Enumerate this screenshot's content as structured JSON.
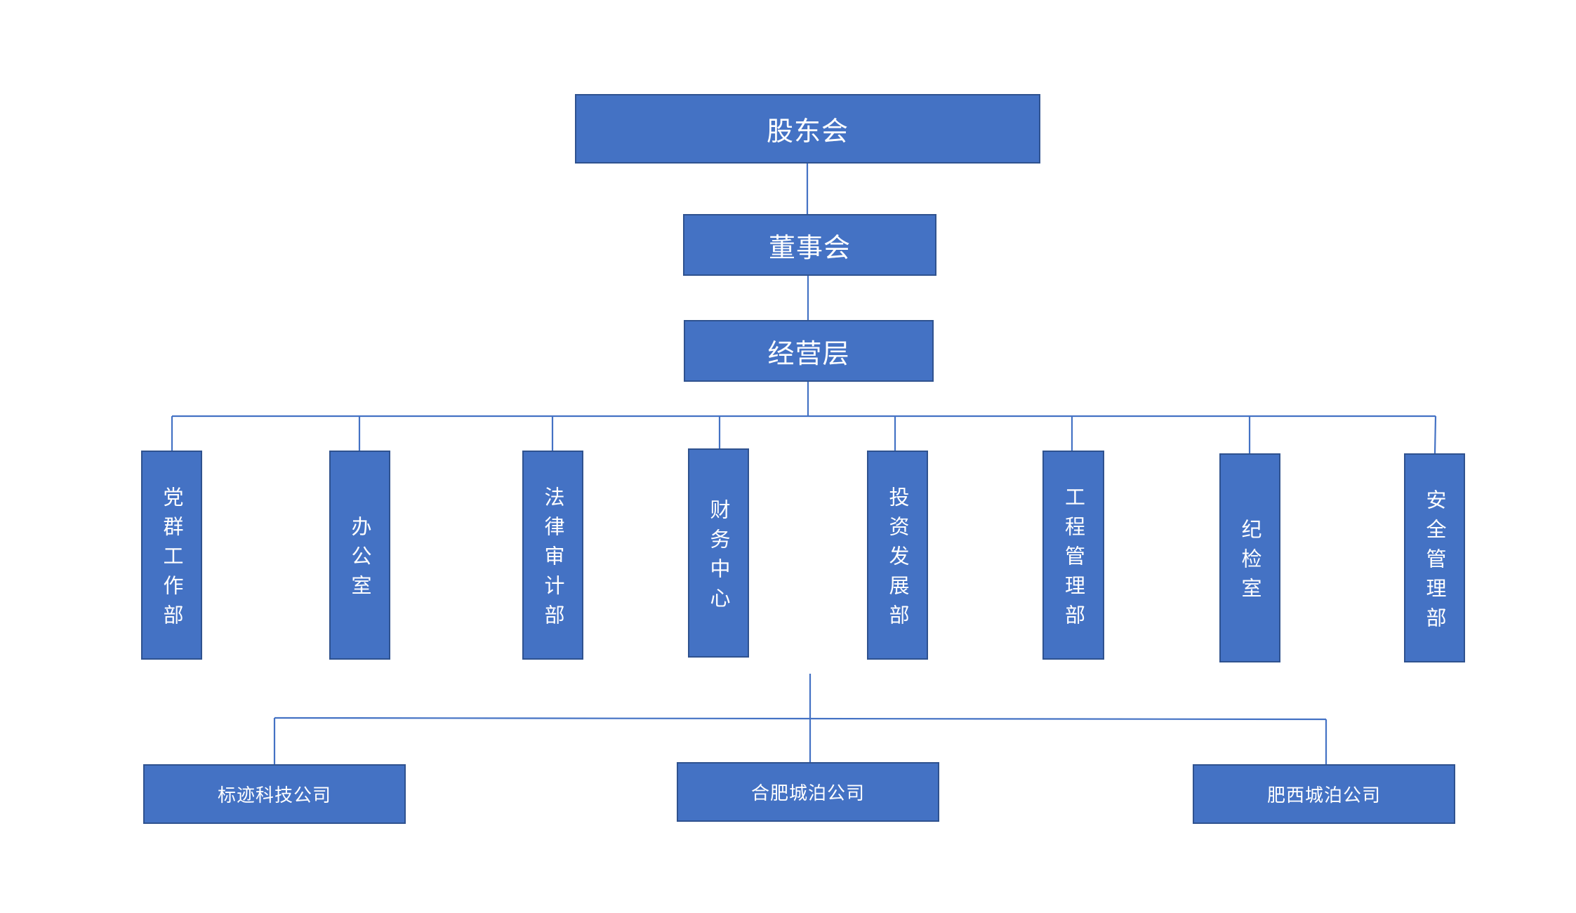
{
  "org": {
    "shareholders": "股东会",
    "board": "董事会",
    "management": "经营层",
    "departments": [
      "党群工作部",
      "办公室",
      "法律审计部",
      "财务中心",
      "投资发展部",
      "工程管理部",
      "纪检室",
      "安全管理部"
    ],
    "subsidiaries": [
      "标迹科技公司",
      "合肥城泊公司",
      "肥西城泊公司"
    ]
  },
  "colors": {
    "box_fill": "#4472C4",
    "box_border": "#2F528F",
    "connector": "#4472C4",
    "text": "#FFFFFF",
    "background": "#FFFFFF"
  }
}
